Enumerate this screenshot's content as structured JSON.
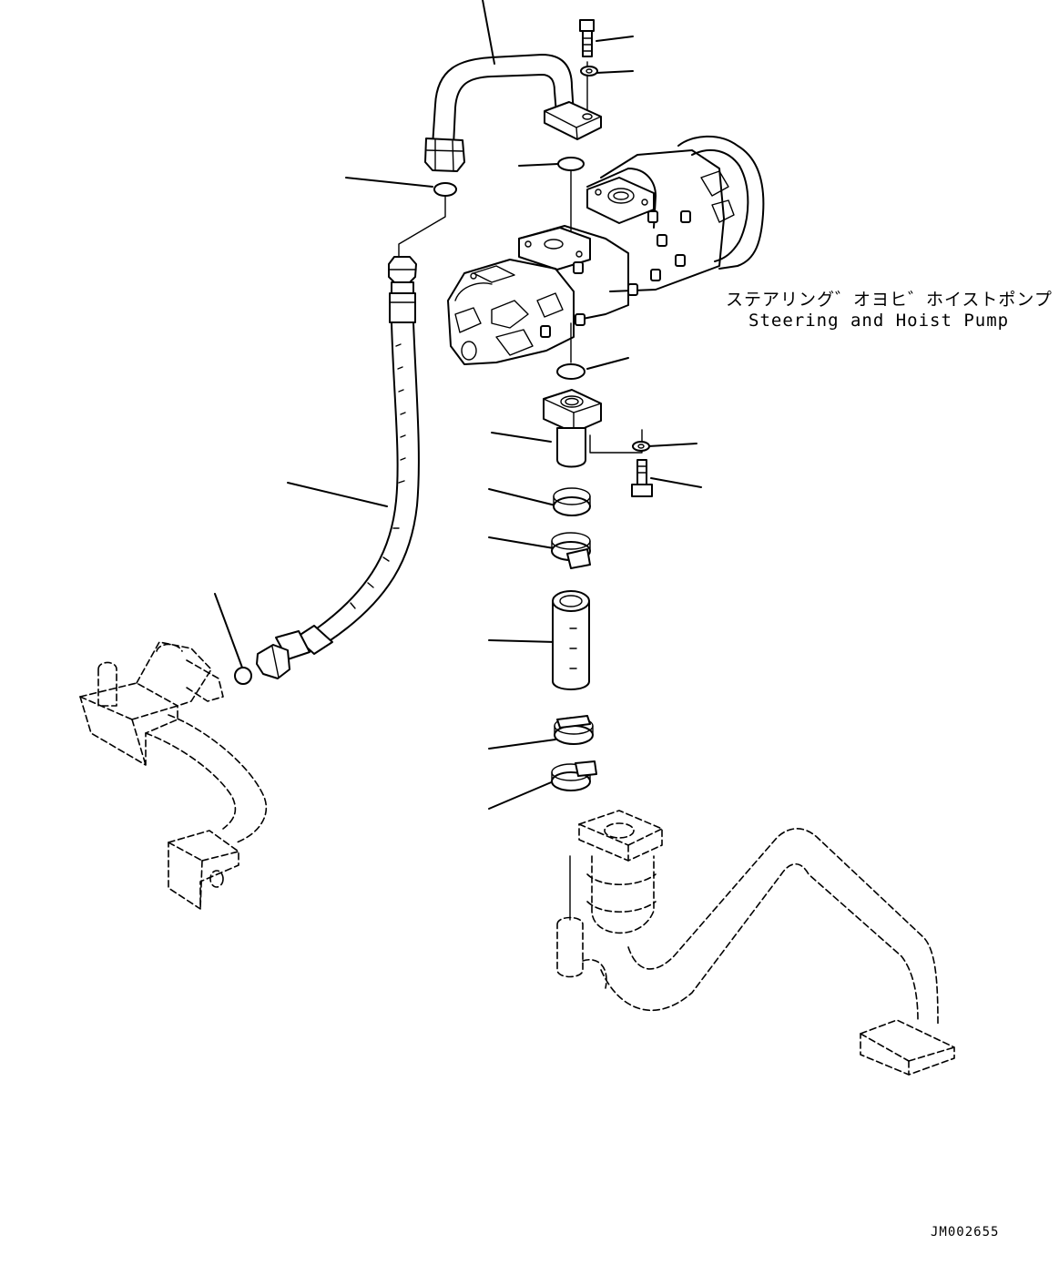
{
  "labels": {
    "pump_title_jp": "ステアリング゛オヨヒ゛ホイストポンプ",
    "pump_title_en": "Steering and Hoist Pump",
    "drawing_code": "JM002655"
  }
}
